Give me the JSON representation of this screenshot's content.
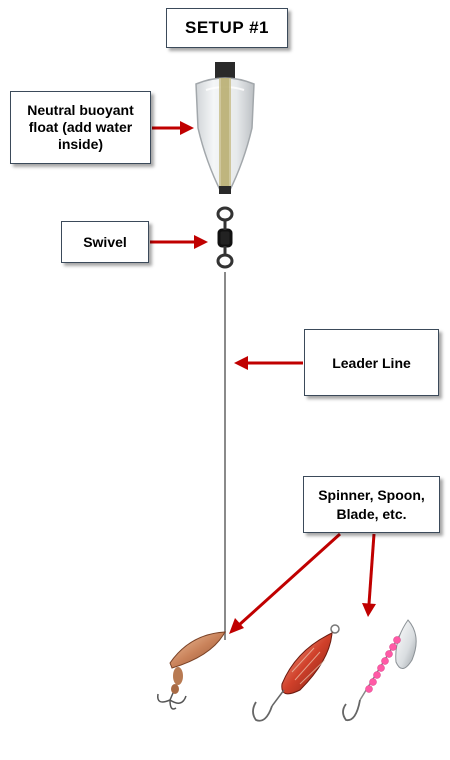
{
  "title": "SETUP #1",
  "labels": {
    "float": "Neutral buoyant float (add water inside)",
    "swivel": "Swivel",
    "leader": "Leader Line",
    "lures": "Spinner, Spoon, Blade, etc."
  },
  "colors": {
    "arrow": "#c00000",
    "box_border": "#3b4a5a",
    "line": "#8a8a8a"
  }
}
